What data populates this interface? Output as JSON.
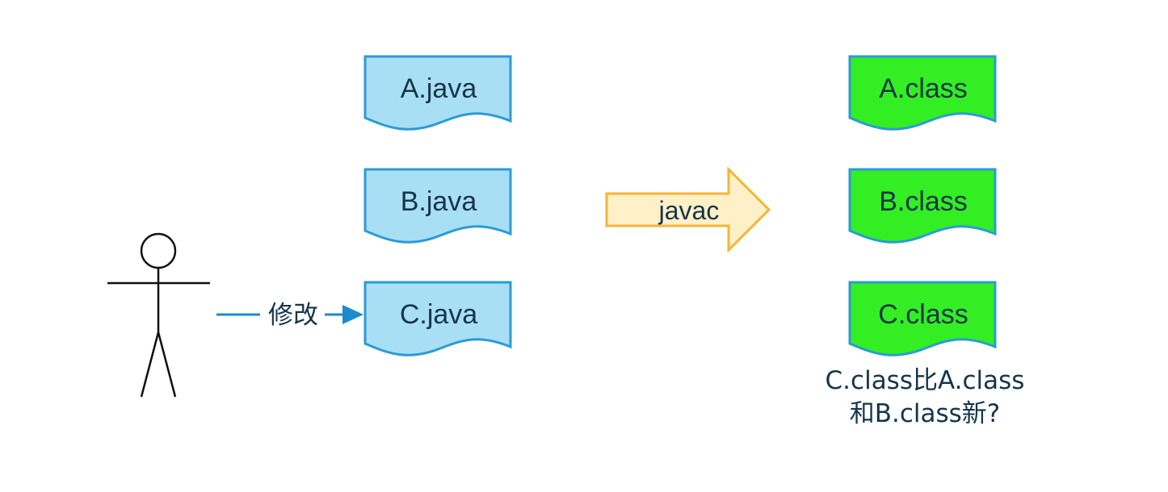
{
  "colors": {
    "java_fill": "#a8dff5",
    "java_stroke": "#2b9bd6",
    "class_fill": "#33ee22",
    "class_stroke": "#2b9bd6",
    "arrow_fill": "#fff0c8",
    "arrow_stroke": "#f5b533",
    "edge_color": "#1a8bd0",
    "text": "#16354a"
  },
  "source_files": [
    {
      "label": "A.java"
    },
    {
      "label": "B.java"
    },
    {
      "label": "C.java"
    }
  ],
  "compiled_files": [
    {
      "label": "A.class"
    },
    {
      "label": "B.class"
    },
    {
      "label": "C.class"
    }
  ],
  "compile_arrow": {
    "label": "javac"
  },
  "actor_edge": {
    "label": "修改"
  },
  "note": {
    "line1": "C.class比A.class",
    "line2": "和B.class新?"
  }
}
